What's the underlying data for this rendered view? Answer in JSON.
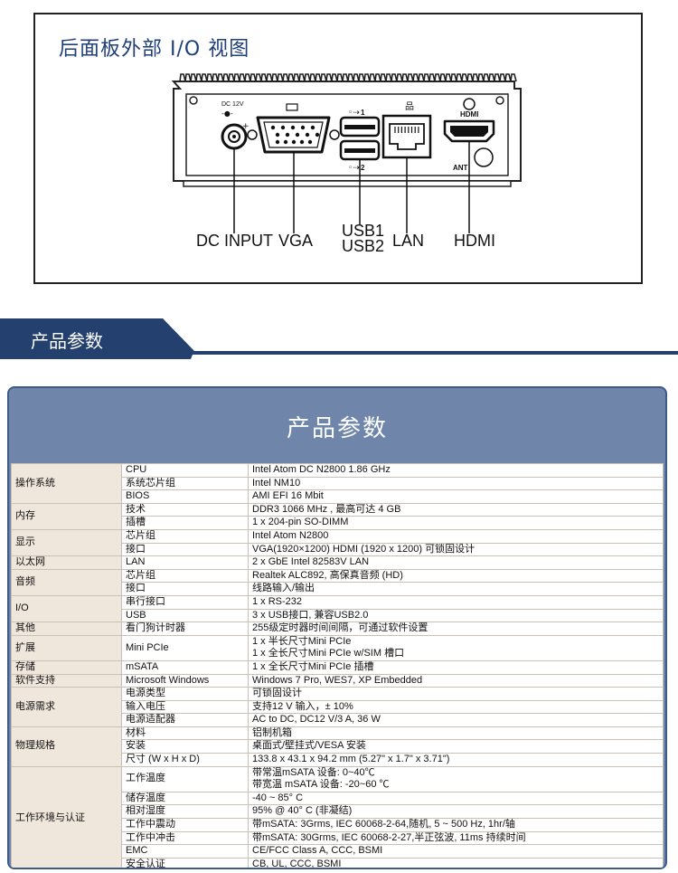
{
  "rear_panel": {
    "title": "后面板外部 I/O 视图",
    "device_text": {
      "dc_12v": "DC 12V",
      "hdmi_logo": "HDMI",
      "ant": "ANT",
      "usb1_mark": "1",
      "usb2_mark": "2"
    },
    "port_labels": [
      "DC INPUT",
      "VGA",
      "USB1",
      "USB2",
      "LAN",
      "HDMI"
    ]
  },
  "section_banner": {
    "title": "产品参数"
  },
  "spec_table": {
    "title": "产品参数",
    "colors": {
      "header_bg": "#6f86aa",
      "category_bg": "#efe6dc",
      "banner": "#24406e",
      "border": "#3d5a8a"
    },
    "groups": [
      {
        "category": "操作系统",
        "rows": [
          {
            "item": "CPU",
            "value": "Intel Atom DC N2800 1.86 GHz"
          },
          {
            "item": "系统芯片组",
            "value": "Intel NM10"
          },
          {
            "item": "BIOS",
            "value": "AMI EFI 16 Mbit"
          }
        ]
      },
      {
        "category": "内存",
        "rows": [
          {
            "item": "技术",
            "value": "DDR3 1066 MHz , 最高可达 4 GB"
          },
          {
            "item": "插槽",
            "value": "1 x 204-pin SO-DIMM"
          }
        ]
      },
      {
        "category": "显示",
        "rows": [
          {
            "item": "芯片组",
            "value": "Intel Atom N2800"
          },
          {
            "item": "接口",
            "value": "VGA(1920×1200)  HDMI (1920 x 1200) 可锁固设计"
          }
        ]
      },
      {
        "category": "以太网",
        "rows": [
          {
            "item": "LAN",
            "value": "2 x GbE Intel 82583V LAN"
          }
        ]
      },
      {
        "category": "音频",
        "rows": [
          {
            "item": "芯片组",
            "value": "Realtek ALC892, 高保真音频 (HD)"
          },
          {
            "item": "接口",
            "value": "线路输入/输出"
          }
        ]
      },
      {
        "category": "I/O",
        "rows": [
          {
            "item": "串行接口",
            "value": "1 x RS-232"
          },
          {
            "item": "USB",
            "value": "3 x USB接口, 兼容USB2.0"
          }
        ]
      },
      {
        "category": "其他",
        "rows": [
          {
            "item": "看门狗计时器",
            "value": "255级定时器时间间隔，可通过软件设置"
          }
        ]
      },
      {
        "category": "扩展",
        "rows": [
          {
            "item": "Mini PCIe",
            "value": [
              "1 x 半长尺寸Mini PCIe",
              "1 x 全长尺寸Mini PCIe w/SIM 槽口"
            ]
          }
        ]
      },
      {
        "category": "存储",
        "rows": [
          {
            "item": "mSATA",
            "value": "1 x 全长尺寸Mini PCIe  插槽"
          }
        ]
      },
      {
        "category": "软件支持",
        "rows": [
          {
            "item": "Microsoft Windows",
            "value": "Windows 7 Pro, WES7, XP Embedded"
          }
        ]
      },
      {
        "category": "电源需求",
        "rows": [
          {
            "item": "电源类型",
            "value": "可锁固设计"
          },
          {
            "item": "输入电压",
            "value": "支持12 V 输入，± 10%"
          },
          {
            "item": "电源适配器",
            "value": "AC to DC, DC12 V/3 A, 36 W"
          }
        ]
      },
      {
        "category": "物理规格",
        "rows": [
          {
            "item": "材料",
            "value": "铝制机箱"
          },
          {
            "item": "安装",
            "value": "桌面式/壁挂式/VESA 安装"
          },
          {
            "item": "尺寸 (W x H x D)",
            "value": "133.8 x 43.1 x 94.2 mm (5.27\" x 1.7\" x 3.71\")"
          }
        ]
      },
      {
        "category": "工作环境与认证",
        "rows": [
          {
            "item": "工作温度",
            "value": [
              "带常温mSATA 设备:    0~40℃",
              "带宽温 mSATA 设备: -20~60 ℃"
            ]
          },
          {
            "item": "储存温度",
            "value": "-40 ~ 85° C"
          },
          {
            "item": "相对湿度",
            "value": "95% @ 40° C (非凝结)"
          },
          {
            "item": "工作中震动",
            "value": "带mSATA: 3Grms, IEC 60068-2-64,随机, 5 ~ 500 Hz, 1hr/轴"
          },
          {
            "item": "工作中冲击",
            "value": "带mSATA: 30Grms, IEC 60068-2-27,半正弦波, 11ms 持续时间"
          },
          {
            "item": "EMC",
            "value": "CE/FCC Class A, CCC, BSMI"
          },
          {
            "item": "安全认证",
            "value": "CB, UL, CCC, BSMI"
          }
        ]
      }
    ]
  }
}
